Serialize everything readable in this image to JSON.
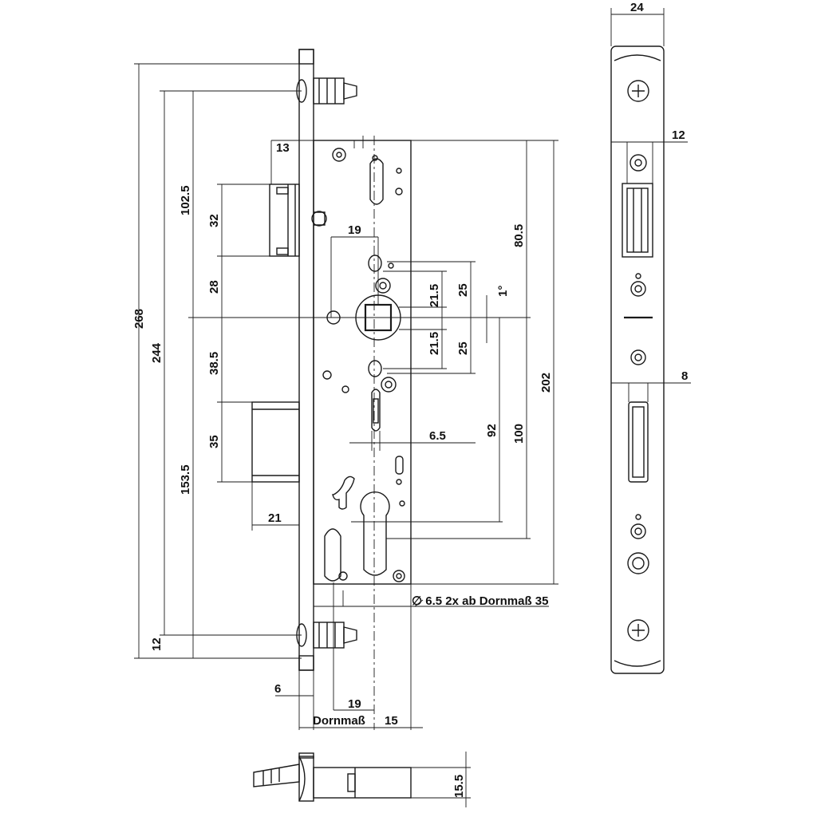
{
  "dimensions": {
    "overall_height": "268",
    "screw_spacing": "244",
    "face_top_to_handle": "102.5",
    "latch_height": "32",
    "latch_to_handle": "28",
    "handle_to_bolt": "38.5",
    "bolt_height": "35",
    "bolt_to_bottom": "153.5",
    "screw_offset_bottom": "12",
    "latch_depth": "13",
    "bolt_throw": "21",
    "handle_offset": "19",
    "upper_half": "21.5",
    "lower_half": "21.5",
    "upper_span": "25",
    "lower_span": "25",
    "angle": "1°",
    "case_to_handle": "80.5",
    "case_height": "202",
    "handle_to_cylinder_92": "92",
    "handle_to_cylinder_100": "100",
    "hole_diameter": "6.5",
    "hole_note": "∅ 6.5 2x ab Dornmaß 35",
    "face_offset": "6",
    "bottom_19": "19",
    "backset": "Dornmaß",
    "backset_extra": "15",
    "faceplate_width": "24",
    "faceplate_inner": "12",
    "faceplate_bolt": "8",
    "top_view_height": "15.5"
  }
}
